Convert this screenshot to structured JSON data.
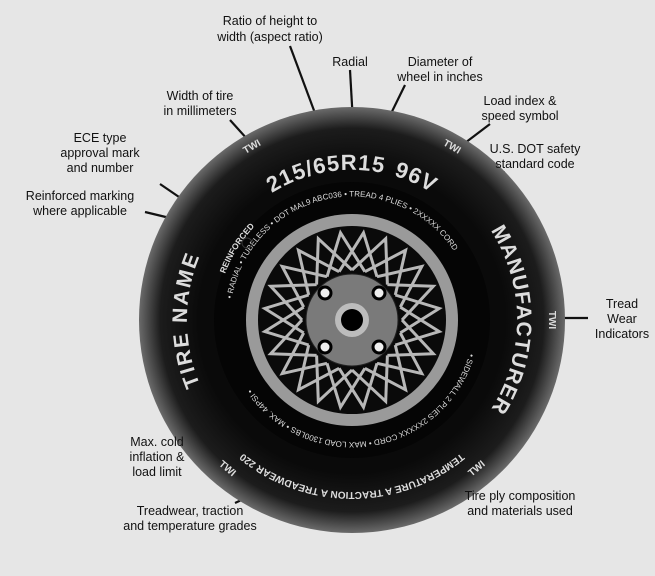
{
  "labels": {
    "aspect_ratio": [
      "Ratio of height to",
      "width (aspect ratio)"
    ],
    "radial": "Radial",
    "diameter": [
      "Diameter of",
      "wheel in inches"
    ],
    "load_index": [
      "Load index &",
      "speed symbol"
    ],
    "dot_code": [
      "U.S. DOT safety",
      "standard code"
    ],
    "width": [
      "Width of tire",
      "in millimeters"
    ],
    "ece": [
      "ECE type",
      "approval mark",
      "and number"
    ],
    "reinforced": [
      "Reinforced marking",
      "where applicable"
    ],
    "twi": [
      "Tread",
      "Wear",
      "Indicators"
    ],
    "inflation": [
      "Max. cold",
      "inflation &",
      "load limit"
    ],
    "grades": [
      "Treadwear, traction",
      "and temperature grades"
    ],
    "ply": [
      "Tire ply composition",
      "and materials used"
    ]
  },
  "tire": {
    "size": "215/65R15",
    "load_speed": "96V",
    "tire_name": "TIRE NAME",
    "manufacturer": "MANUFACTURER",
    "reinforced": "REINFORCED",
    "inner_top": "• RADIAL • TUBELESS • DOT MAL9 ABC036 • TREAD 4 PLIES • 2XXXXX CORD",
    "inner_bottom": "• SIDEWALL 2 PLIES 2XXXXX CORD • MAX LOAD 1300LBS • MAX. 44PSI •",
    "grades": "TEMPERATURE A   TRACTION A   TREADWEAR 220",
    "twi": "TWI"
  }
}
